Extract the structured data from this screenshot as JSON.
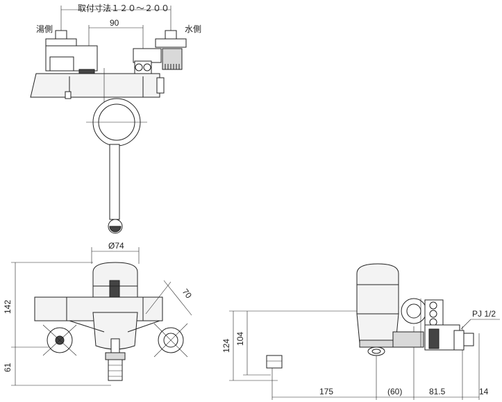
{
  "top_view": {
    "mount_width_label": "取付寸法１２０～２００",
    "hot_side_label": "湯側",
    "cold_side_label": "水側",
    "spacing_label": "90"
  },
  "front_view": {
    "diameter_label": "Ø74",
    "height_upper_label": "142",
    "height_lower_label": "61",
    "angle_label": "70"
  },
  "side_view": {
    "height_total_label": "124",
    "height_spout_label": "104",
    "spout_length_label": "175",
    "offset_label": "(60)",
    "depth_label": "81.5",
    "fitting_label": "14",
    "thread_label": "PJ 1/2"
  }
}
